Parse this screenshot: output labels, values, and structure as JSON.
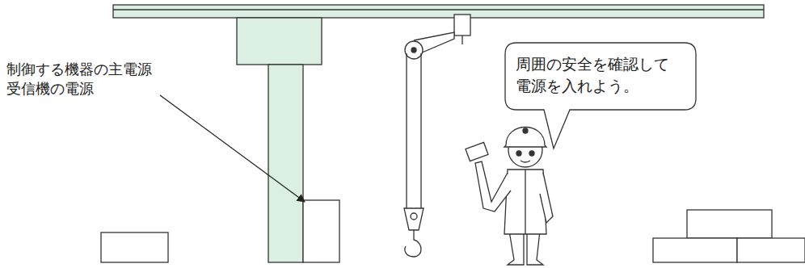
{
  "diagram": {
    "nodes": [
      {
        "text": [
          "周囲の安全を確認して 電源を入れよう。"
        ]
      }
    ],
    "labels": [
      "制御する機器の主電源",
      "受信機の電源"
    ]
  }
}
